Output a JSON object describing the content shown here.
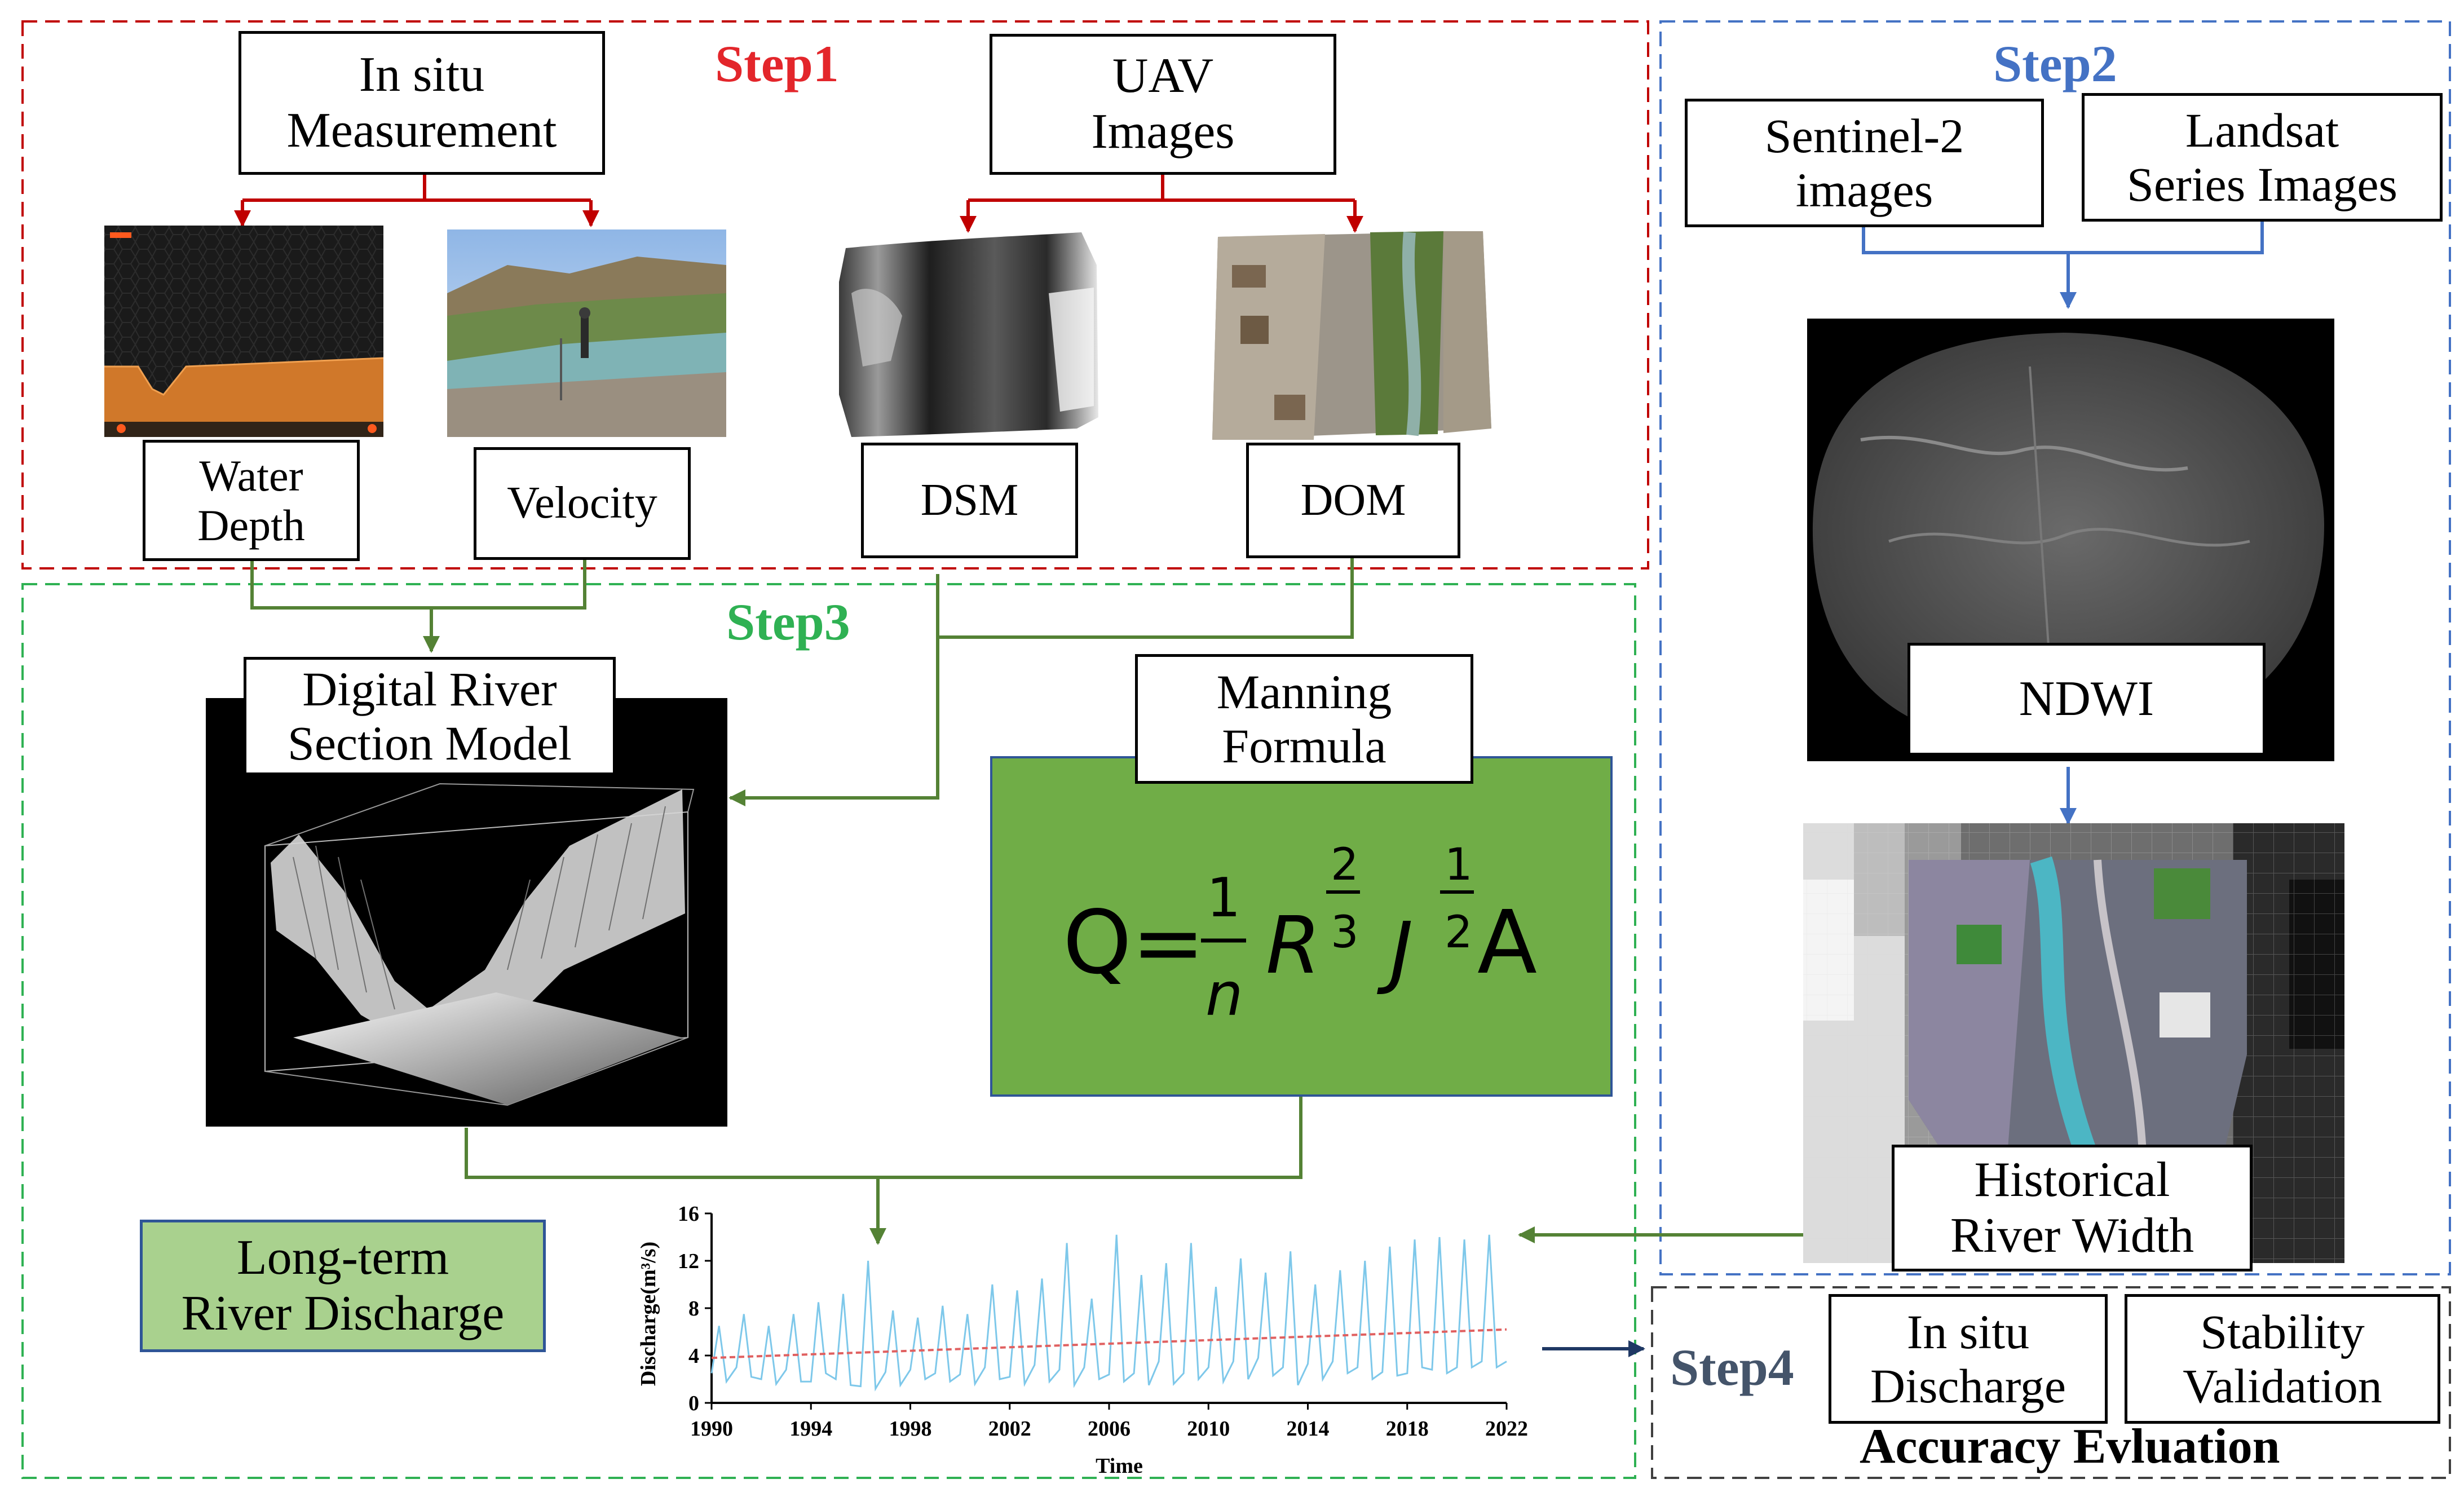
{
  "steps": {
    "step1": "Step1",
    "step2": "Step2",
    "step3": "Step3",
    "step4": "Step4"
  },
  "colors": {
    "step1": "#e3262b",
    "step2": "#4472c4",
    "step3": "#2fb153",
    "step4": "#44546a",
    "arrow_red": "#c00000",
    "arrow_blue": "#4472c4",
    "arrow_green": "#548235",
    "arrow_navy": "#1f3864",
    "formula_fill": "#70ad47",
    "result_fill": "#a9d18e"
  },
  "boxes": {
    "in_situ": "In situ\nMeasurement",
    "uav": "UAV\nImages",
    "water_depth": "Water\nDepth",
    "velocity": "Velocity",
    "dsm": "DSM",
    "dom": "DOM",
    "sentinel": "Sentinel-2\nimages",
    "landsat": "Landsat\nSeries Images",
    "ndwi": "NDWI",
    "historical_width": "Historical\nRiver Width",
    "digital_river": "Digital River\nSection Model",
    "manning": "Manning\nFormula",
    "long_term": "Long-term\nRiver Discharge",
    "in_situ_discharge": "In situ\nDischarge",
    "stability": "Stability\nValidation",
    "accuracy": "Accuracy Evluation"
  },
  "formula": {
    "q": "Q=",
    "one_top": "1",
    "n": "n",
    "r": "R",
    "two": "2",
    "three": "3",
    "j": "J",
    "one_exp": "1",
    "two_exp": "2",
    "a": "A"
  },
  "icons": {
    "depth_sounder": "sonar-screenshot",
    "field_photo": "river-field-photo",
    "dsm_image": "grayscale-dsm",
    "dom_image": "orthophoto",
    "ndwi_image": "ndwi-raster",
    "width_image": "uav-over-landsat",
    "river_model": "3d-wireframe-section"
  },
  "chart_data": {
    "type": "line",
    "xlabel": "Time",
    "ylabel": "Discharge(m³/s)",
    "xlim": [
      1990,
      2022
    ],
    "ylim": [
      0,
      16
    ],
    "xticks": [
      1990,
      1994,
      1998,
      2002,
      2006,
      2010,
      2014,
      2018,
      2022
    ],
    "yticks": [
      0,
      4,
      8,
      12,
      16
    ],
    "series": [
      {
        "style": "discharge",
        "color": "#7ec8ea",
        "x": [
          1990.0,
          1990.3,
          1990.6,
          1991.0,
          1991.3,
          1991.6,
          1992.0,
          1992.3,
          1992.6,
          1993.0,
          1993.3,
          1993.6,
          1994.0,
          1994.3,
          1994.6,
          1995.0,
          1995.3,
          1995.6,
          1996.0,
          1996.3,
          1996.6,
          1997.0,
          1997.3,
          1997.6,
          1998.0,
          1998.3,
          1998.6,
          1999.0,
          1999.3,
          1999.6,
          2000.0,
          2000.3,
          2000.6,
          2001.0,
          2001.3,
          2001.6,
          2002.0,
          2002.3,
          2002.6,
          2003.0,
          2003.3,
          2003.6,
          2004.0,
          2004.3,
          2004.6,
          2005.0,
          2005.3,
          2005.6,
          2006.0,
          2006.3,
          2006.6,
          2007.0,
          2007.3,
          2007.6,
          2008.0,
          2008.3,
          2008.6,
          2009.0,
          2009.3,
          2009.6,
          2010.0,
          2010.3,
          2010.6,
          2011.0,
          2011.3,
          2011.6,
          2012.0,
          2012.3,
          2012.6,
          2013.0,
          2013.3,
          2013.6,
          2014.0,
          2014.3,
          2014.6,
          2015.0,
          2015.3,
          2015.6,
          2016.0,
          2016.3,
          2016.6,
          2017.0,
          2017.3,
          2017.6,
          2018.0,
          2018.3,
          2018.6,
          2019.0,
          2019.3,
          2019.6,
          2020.0,
          2020.3,
          2020.6,
          2021.0,
          2021.3,
          2021.6,
          2022.0
        ],
        "y": [
          2.5,
          6.5,
          1.8,
          3.0,
          7.5,
          2.2,
          2.0,
          6.5,
          1.6,
          2.8,
          7.5,
          1.8,
          1.8,
          8.5,
          2.5,
          2.0,
          9.2,
          1.5,
          1.4,
          12.0,
          1.2,
          2.6,
          7.8,
          1.5,
          2.8,
          7.2,
          2.0,
          2.5,
          8.2,
          1.8,
          2.4,
          7.5,
          1.6,
          3.0,
          10.0,
          2.0,
          2.2,
          9.5,
          1.6,
          3.2,
          10.5,
          1.8,
          2.8,
          13.5,
          1.5,
          3.0,
          8.8,
          2.0,
          2.4,
          14.2,
          1.8,
          2.5,
          10.8,
          1.5,
          3.5,
          11.8,
          1.6,
          2.5,
          13.5,
          2.0,
          3.0,
          9.8,
          1.8,
          3.5,
          12.2,
          2.0,
          3.8,
          11.0,
          2.3,
          3.0,
          12.8,
          1.5,
          3.3,
          10.0,
          2.0,
          3.5,
          11.2,
          2.5,
          3.0,
          12.0,
          2.0,
          2.6,
          13.2,
          2.3,
          2.5,
          13.8,
          3.0,
          2.8,
          14.0,
          2.5,
          3.0,
          13.8,
          3.0,
          3.5,
          14.2,
          3.0,
          3.5
        ]
      },
      {
        "style": "trend",
        "color": "#e06060",
        "x": [
          1990,
          2022
        ],
        "y": [
          3.8,
          6.2
        ]
      }
    ]
  }
}
